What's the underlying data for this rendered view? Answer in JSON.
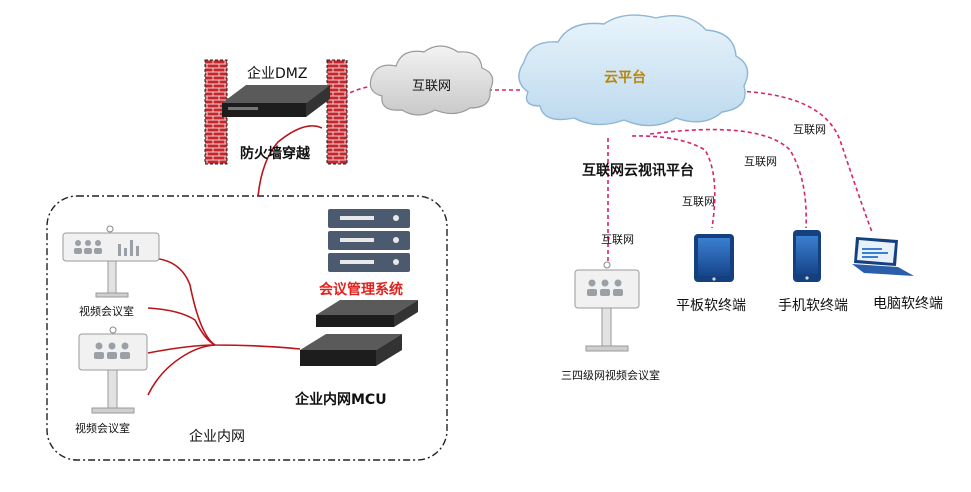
{
  "dmz": {
    "title": "企业DMZ",
    "firewall_label": "防火墙穿越"
  },
  "internet_cloud": {
    "label": "互联网"
  },
  "cloud_platform": {
    "label": "云平台",
    "caption": "互联网云视讯平台"
  },
  "intranet": {
    "label": "企业内网",
    "room_top_label": "视频会议室",
    "room_bottom_label": "视频会议室",
    "mgmt_system_label": "会议管理系统",
    "mcu_label": "企业内网MCU"
  },
  "remote": {
    "link_label": "互联网",
    "room_label": "三四级网视频会议室",
    "tablet_label": "平板软终端",
    "phone_label": "手机软终端",
    "pc_label": "电脑软终端"
  },
  "colors": {
    "link_pink": "#d6246e",
    "link_red": "#b8141a",
    "brick": "#c4262c",
    "device_blue": "#1f5fb0",
    "cloud_blue": "#cfe5f3",
    "cloud_text": "#b8860b",
    "mgmt_red": "#e0231e"
  }
}
